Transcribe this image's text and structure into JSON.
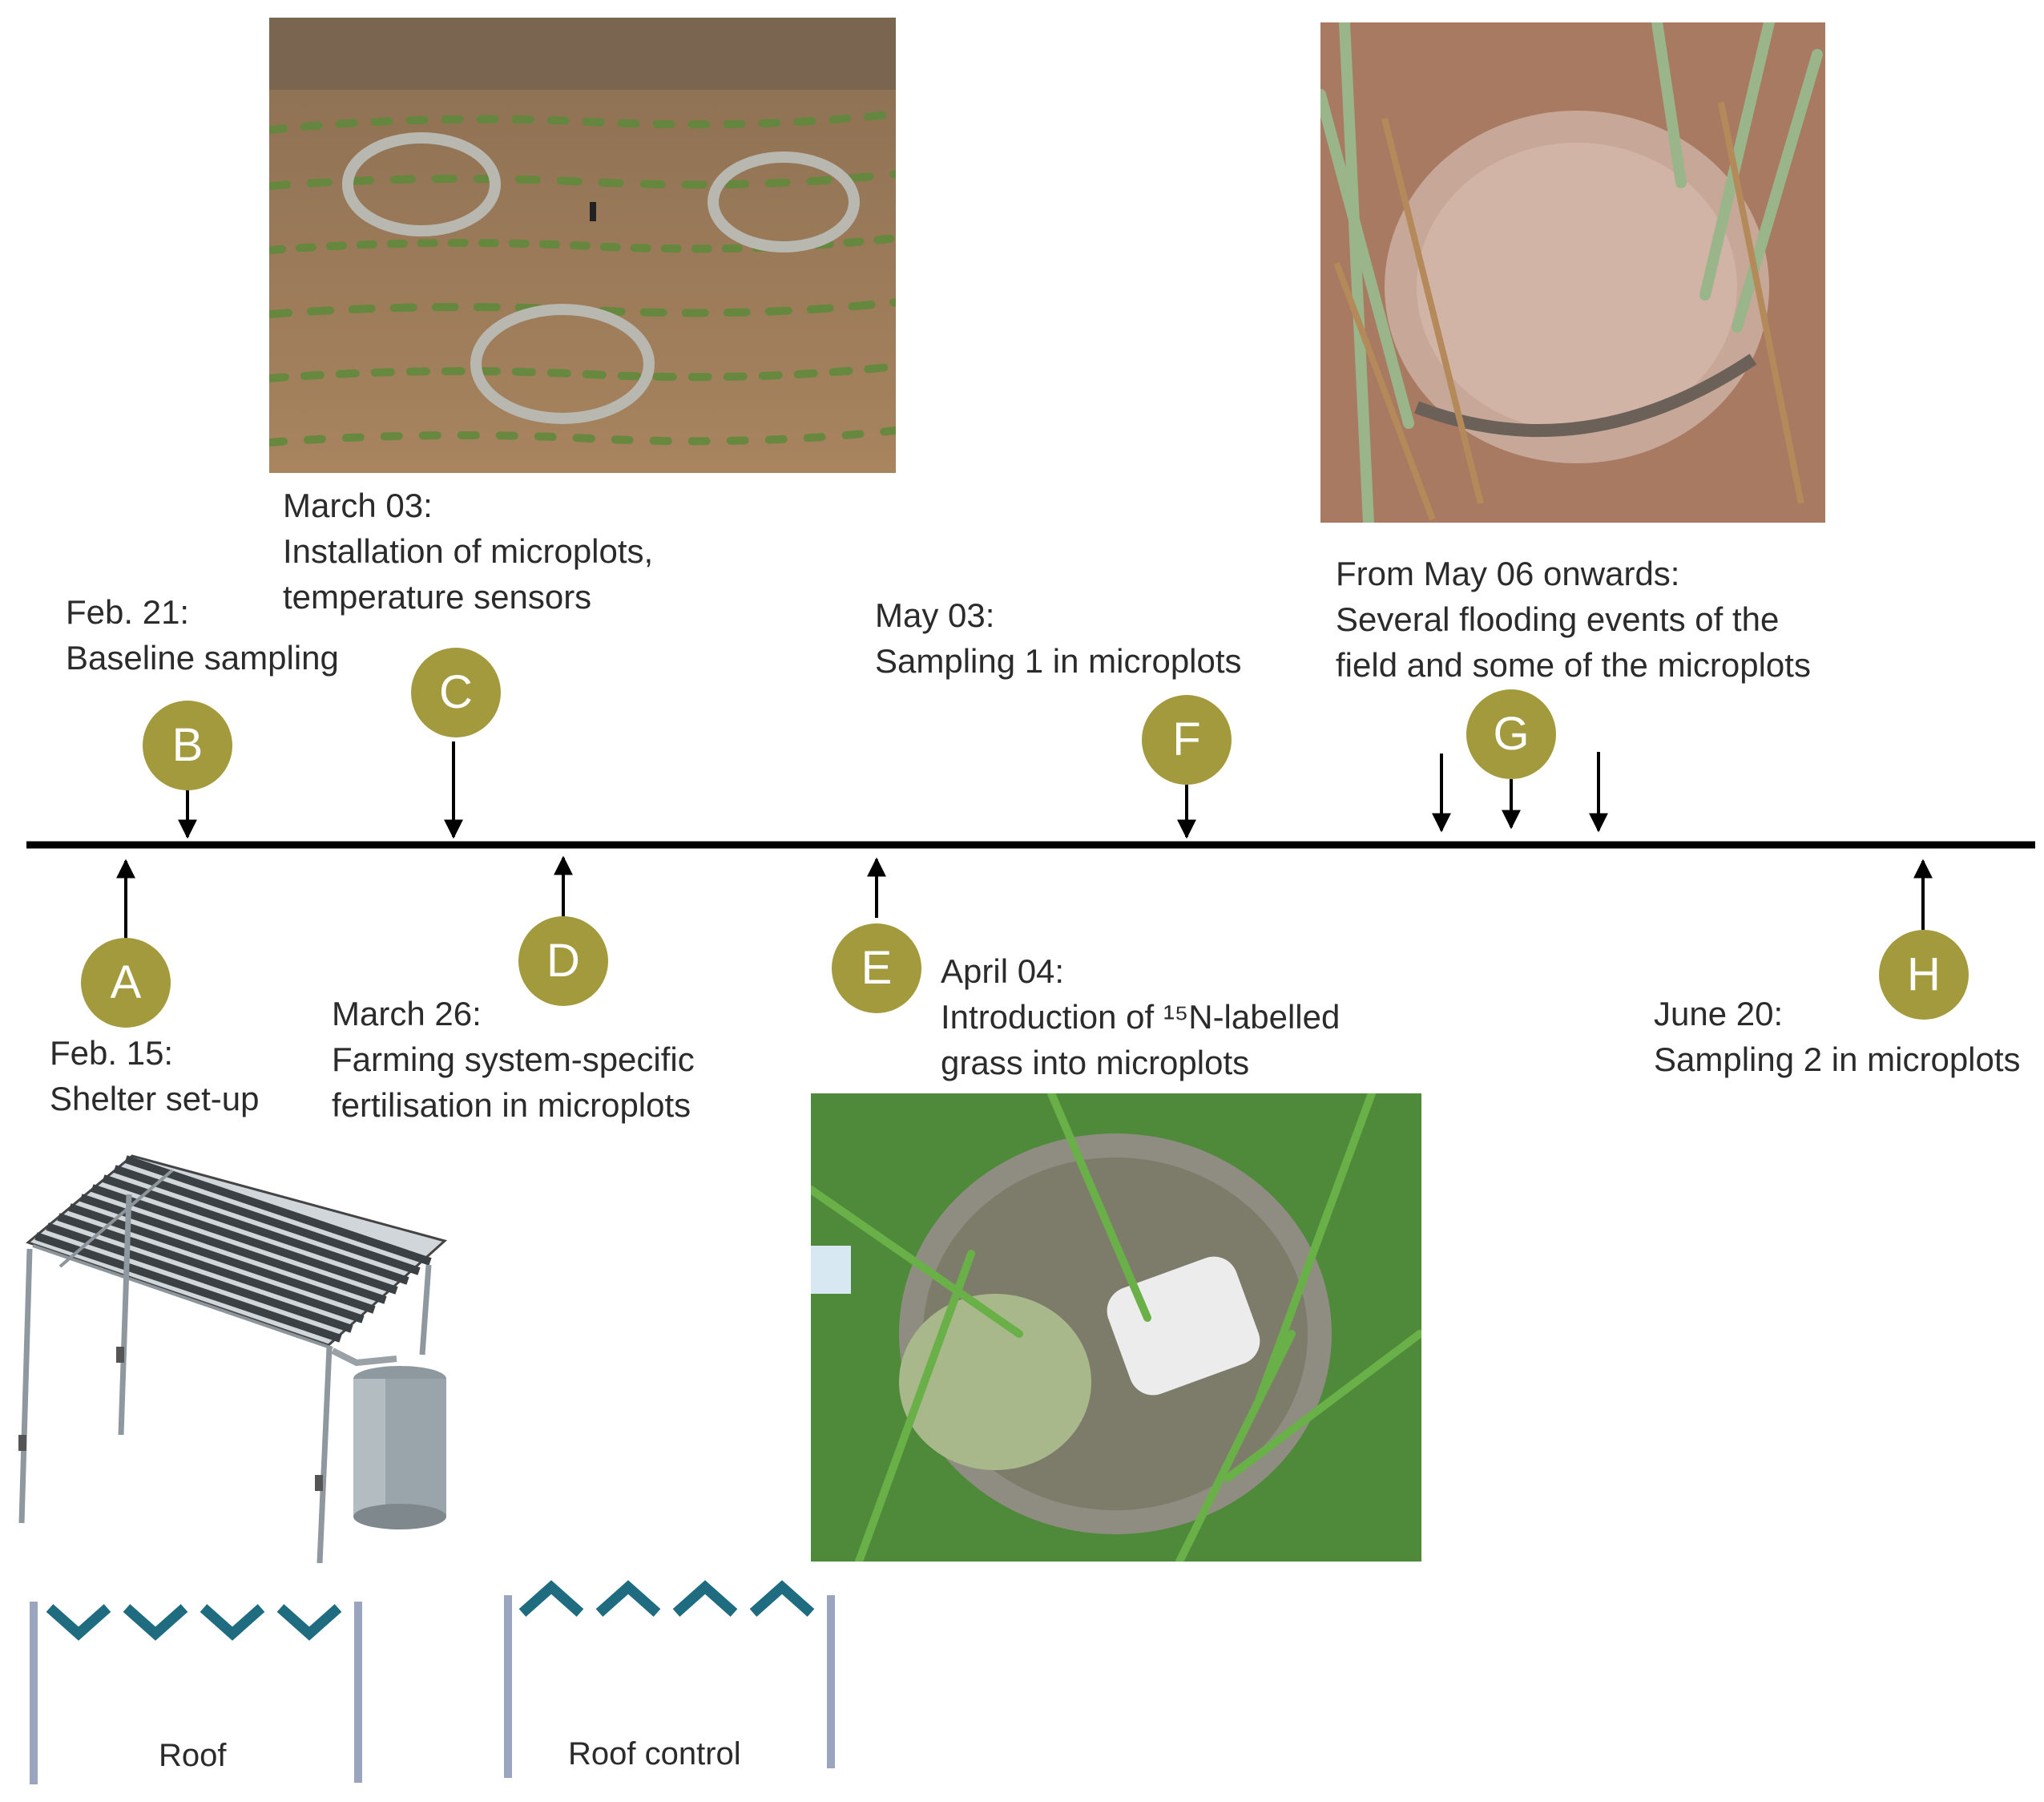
{
  "timeline": {
    "line_color": "#000000",
    "marker_color": "#a39a3e",
    "events": [
      {
        "key": "A",
        "letter": "A",
        "date": "Feb. 15:",
        "text": [
          "Shelter set-up"
        ]
      },
      {
        "key": "B",
        "letter": "B",
        "date": "Feb. 21:",
        "text": [
          "Baseline sampling"
        ]
      },
      {
        "key": "C",
        "letter": "C",
        "date": "March 03:",
        "text": [
          "Installation of microplots,",
          "temperature sensors"
        ]
      },
      {
        "key": "D",
        "letter": "D",
        "date": "March 26:",
        "text": [
          "Farming system-specific",
          "fertilisation in microplots"
        ]
      },
      {
        "key": "E",
        "letter": "E",
        "date": "April 04:",
        "text": [
          "Introduction of ¹⁵N-labelled",
          "grass into microplots"
        ]
      },
      {
        "key": "F",
        "letter": "F",
        "date": "May 03:",
        "text": [
          "Sampling 1 in microplots"
        ]
      },
      {
        "key": "G",
        "letter": "G",
        "date": "From May 06 onwards:",
        "text": [
          "Several flooding events of the",
          "field and some of the microplots"
        ]
      },
      {
        "key": "H",
        "letter": "H",
        "date": "June 20:",
        "text": [
          "Sampling 2 in microplots"
        ]
      }
    ]
  },
  "roof_diagrams": {
    "color": "#1f6b80",
    "post_color": "#9aa6bf",
    "roof": "Roof",
    "roof_control": "Roof control"
  },
  "photos": {
    "microplots_rings": "photo of three metal microplot rings in a field",
    "flooded_microplot": "photo of a flooded microplot",
    "labelled_grass": "photo of labelled grass in a microplot ring",
    "shelter_render": "3D rendering of the rain-out shelter with rain barrel"
  }
}
